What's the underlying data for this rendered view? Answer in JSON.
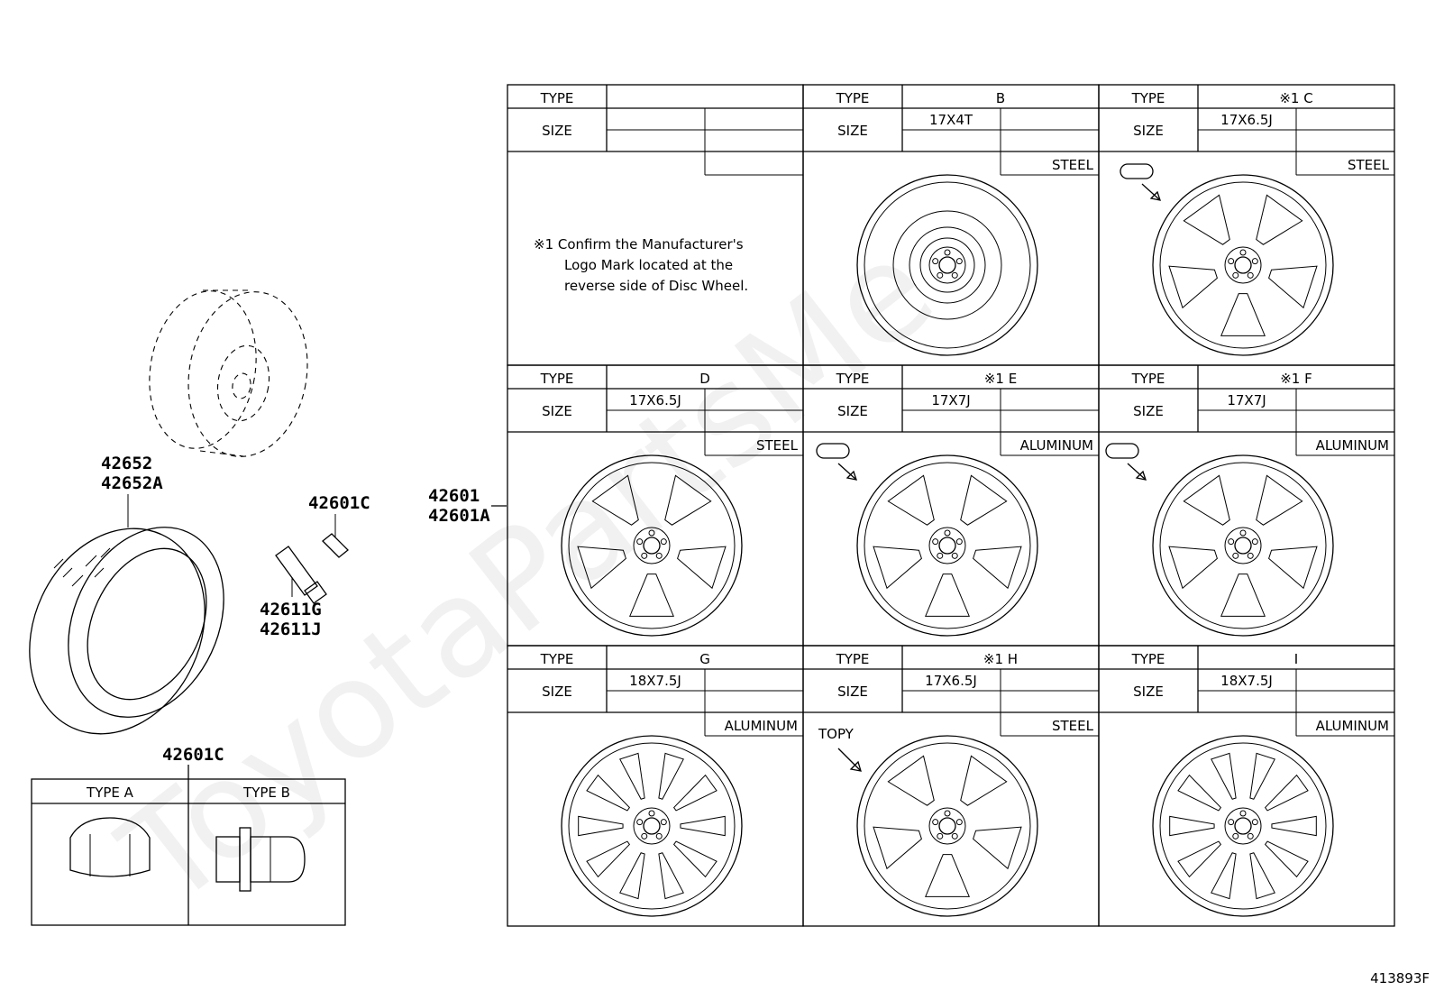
{
  "part_numbers": {
    "tire": [
      "42652",
      "42652A"
    ],
    "valve": [
      "42611G",
      "42611J"
    ],
    "nut_top": "42601C",
    "nut_bottom": "42601C",
    "wheel": [
      "42601",
      "42601A"
    ]
  },
  "nut_table": {
    "type_a": "TYPE A",
    "type_b": "TYPE B"
  },
  "grid_labels": {
    "type": "TYPE",
    "size": "SIZE"
  },
  "note": {
    "line1": "※1 Confirm the Manufacturer's",
    "line2": "Logo Mark located at the",
    "line3": "reverse side of Disc Wheel."
  },
  "wheels": [
    {
      "type": "",
      "size": "",
      "material": ""
    },
    {
      "type": "B",
      "size": "17X4T",
      "material": "STEEL"
    },
    {
      "type": "※1 C",
      "size": "17X6.5J",
      "material": "STEEL"
    },
    {
      "type": "D",
      "size": "17X6.5J",
      "material": "STEEL"
    },
    {
      "type": "※1 E",
      "size": "17X7J",
      "material": "ALUMINUM"
    },
    {
      "type": "※1 F",
      "size": "17X7J",
      "material": "ALUMINUM"
    },
    {
      "type": "G",
      "size": "18X7.5J",
      "material": "ALUMINUM"
    },
    {
      "type": "※1 H",
      "size": "17X6.5J",
      "material": "STEEL"
    },
    {
      "type": "I",
      "size": "18X7.5J",
      "material": "ALUMINUM"
    }
  ],
  "topy_label": "TOPY",
  "diagram_id": "413893F",
  "watermark": "ToyotaPartsMe"
}
